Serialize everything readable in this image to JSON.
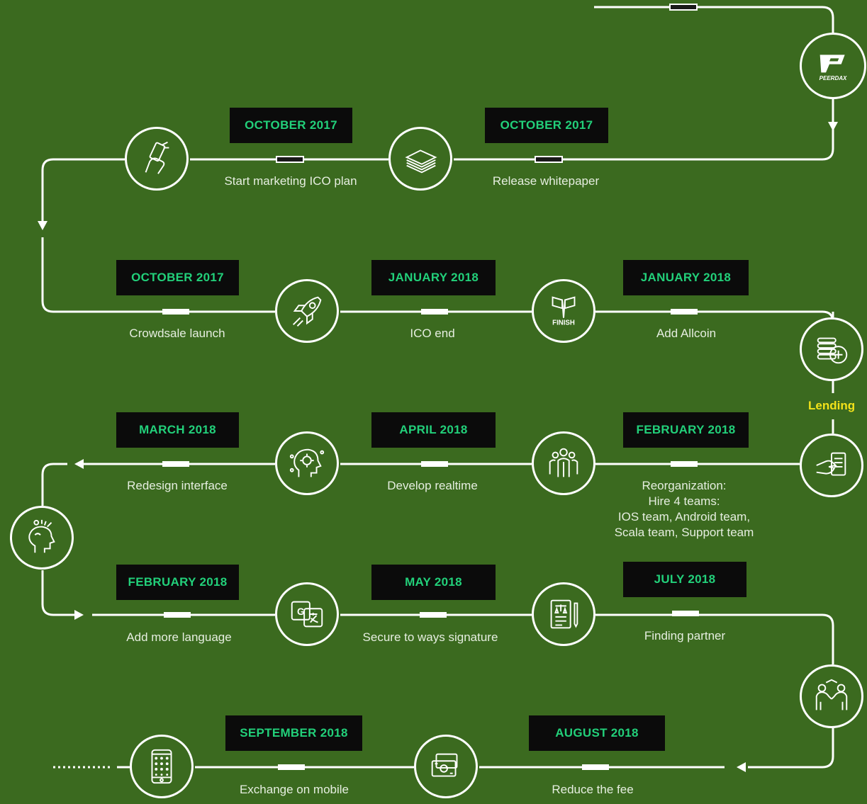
{
  "milestones": [
    {
      "date": "OCTOBER 2017",
      "label": "Start marketing ICO plan"
    },
    {
      "date": "OCTOBER 2017",
      "label": "Release whitepaper"
    },
    {
      "date": "OCTOBER 2017",
      "label": "Crowdsale launch"
    },
    {
      "date": "JANUARY 2018",
      "label": "ICO end"
    },
    {
      "date": "JANUARY 2018",
      "label": "Add Allcoin"
    },
    {
      "date": "MARCH 2018",
      "label": "Redesign interface"
    },
    {
      "date": "APRIL 2018",
      "label": "Develop realtime"
    },
    {
      "date": "FEBRUARY 2018",
      "label": "Reorganization:\nHire 4 teams:\nIOS team, Android team,\nScala team, Support team"
    },
    {
      "date": "FEBRUARY 2018",
      "label": "Add more language"
    },
    {
      "date": "MAY 2018",
      "label": "Secure to ways signature"
    },
    {
      "date": "JULY 2018",
      "label": "Finding partner"
    },
    {
      "date": "SEPTEMBER 2018",
      "label": "Exchange on mobile"
    },
    {
      "date": "AUGUST 2018",
      "label": "Reduce the fee"
    }
  ],
  "lending_label": "Lending",
  "logo_text": "PEERDAX",
  "icons": [
    "peerdax-logo-icon",
    "hand-phone-icon",
    "paper-stack-icon",
    "rocket-icon",
    "finish-flags-icon",
    "coin-stack-icon",
    "hand-document-icon",
    "team-people-icon",
    "gear-head-icon",
    "idea-head-icon",
    "translate-icon",
    "legal-document-icon",
    "handshake-icon",
    "money-icon",
    "mobile-phone-icon"
  ],
  "colors": {
    "background": "#3b6a1f",
    "badge": "#0b0b0b",
    "badge_text": "#22d07a",
    "lending": "#f2e21a",
    "line": "#ffffff"
  }
}
